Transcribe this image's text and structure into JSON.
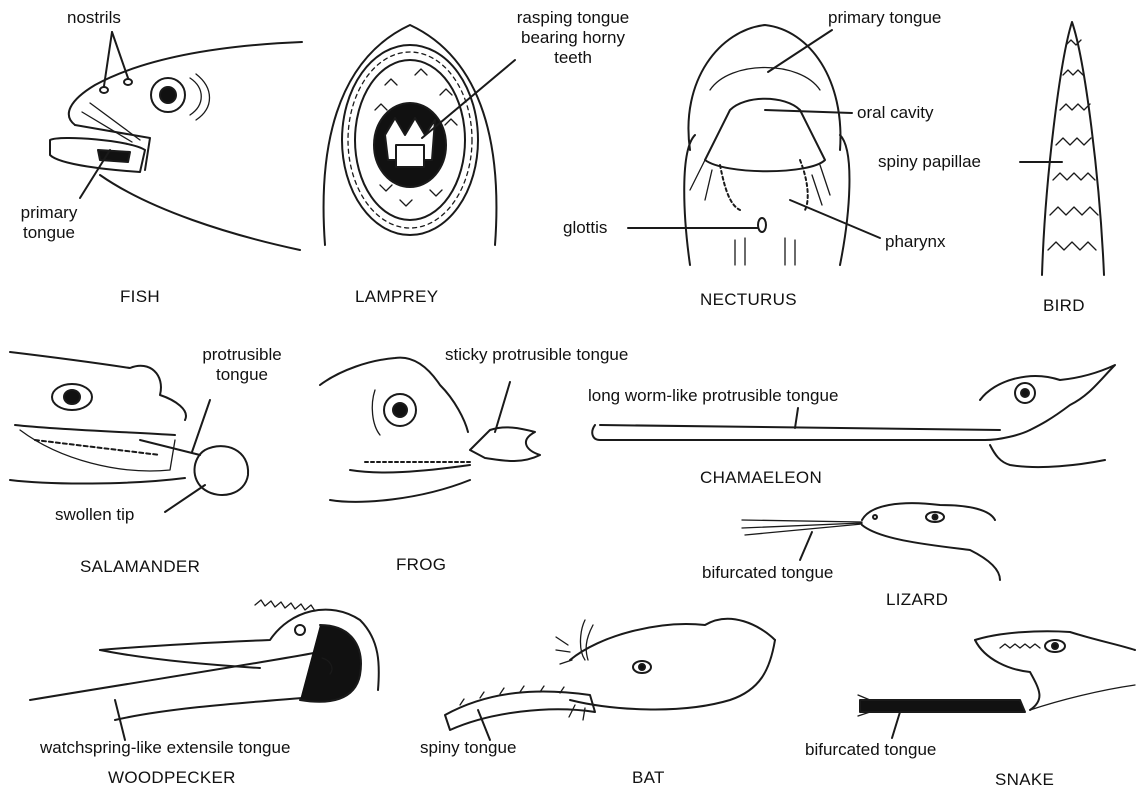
{
  "animals": {
    "fish": "FISH",
    "lamprey": "LAMPREY",
    "necturus": "NECTURUS",
    "bird": "BIRD",
    "salamander": "SALAMANDER",
    "frog": "FROG",
    "chamaeleon": "CHAMAELEON",
    "lizard": "LIZARD",
    "woodpecker": "WOODPECKER",
    "bat": "BAT",
    "snake": "SNAKE"
  },
  "labels": {
    "nostrils": "nostrils",
    "fish_primary_tongue": [
      "primary",
      "tongue"
    ],
    "rasping_tongue": [
      "rasping tongue",
      "bearing horny",
      "teeth"
    ],
    "necturus_primary_tongue": "primary tongue",
    "oral_cavity": "oral cavity",
    "glottis": "glottis",
    "pharynx": "pharynx",
    "spiny_papillae": "spiny papillae",
    "protrusible_tongue": [
      "protrusible",
      "tongue"
    ],
    "swollen_tip": "swollen tip",
    "sticky_tongue": "sticky protrusible tongue",
    "worm_tongue": "long worm-like protrusible tongue",
    "lizard_tongue": "bifurcated tongue",
    "watchspring_tongue": "watchspring-like extensile tongue",
    "spiny_tongue": "spiny tongue",
    "snake_tongue": "bifurcated tongue"
  }
}
